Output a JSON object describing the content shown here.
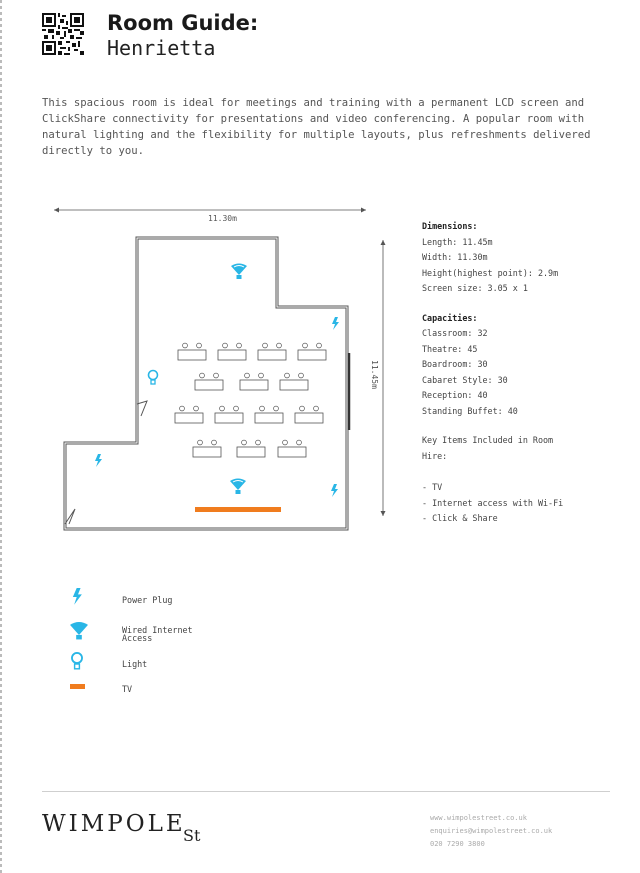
{
  "header": {
    "title": "Room Guide:",
    "room_name": "Henrietta"
  },
  "intro": "This spacious room is ideal for meetings and training with a permanent LCD screen and ClickShare connectivity for presentations and video conferencing. A popular room with natural lighting and the flexibility for multiple layouts, plus refreshments delivered directly to you.",
  "plan": {
    "width_label": "11.30m",
    "length_label": "11.45m"
  },
  "dimensions": {
    "heading": "Dimensions:",
    "items": [
      "Length: 11.45m",
      "Width: 11.30m",
      "Height(highest point): 2.9m",
      "Screen size: 3.05 x 1"
    ]
  },
  "capacities": {
    "heading": "Capacities:",
    "items": [
      "Classroom: 32",
      "Theatre: 45",
      "Boardroom: 30",
      "Cabaret Style: 30",
      "Reception: 40",
      "Standing Buffet: 40"
    ]
  },
  "key_items": {
    "heading": "Key Items Included in Room Hire:",
    "items": [
      "- TV",
      "- Internet access with Wi-Fi",
      "- Click & Share"
    ]
  },
  "legend": {
    "items": [
      {
        "icon": "power-plug-icon",
        "label": "Power Plug"
      },
      {
        "icon": "wired-internet-icon",
        "label": "Wired Internet Access"
      },
      {
        "icon": "light-icon",
        "label": "Light"
      },
      {
        "icon": "tv-icon",
        "label": "TV"
      }
    ]
  },
  "colors": {
    "accent_blue": "#29b6e6",
    "tv_orange": "#f07c1e"
  },
  "footer": {
    "brand": "WIMPOLE",
    "brand_mark": "St",
    "contact": [
      "www.wimpolestreet.co.uk",
      "enquiries@wimpolestreet.co.uk",
      "020 7290 3800"
    ]
  }
}
